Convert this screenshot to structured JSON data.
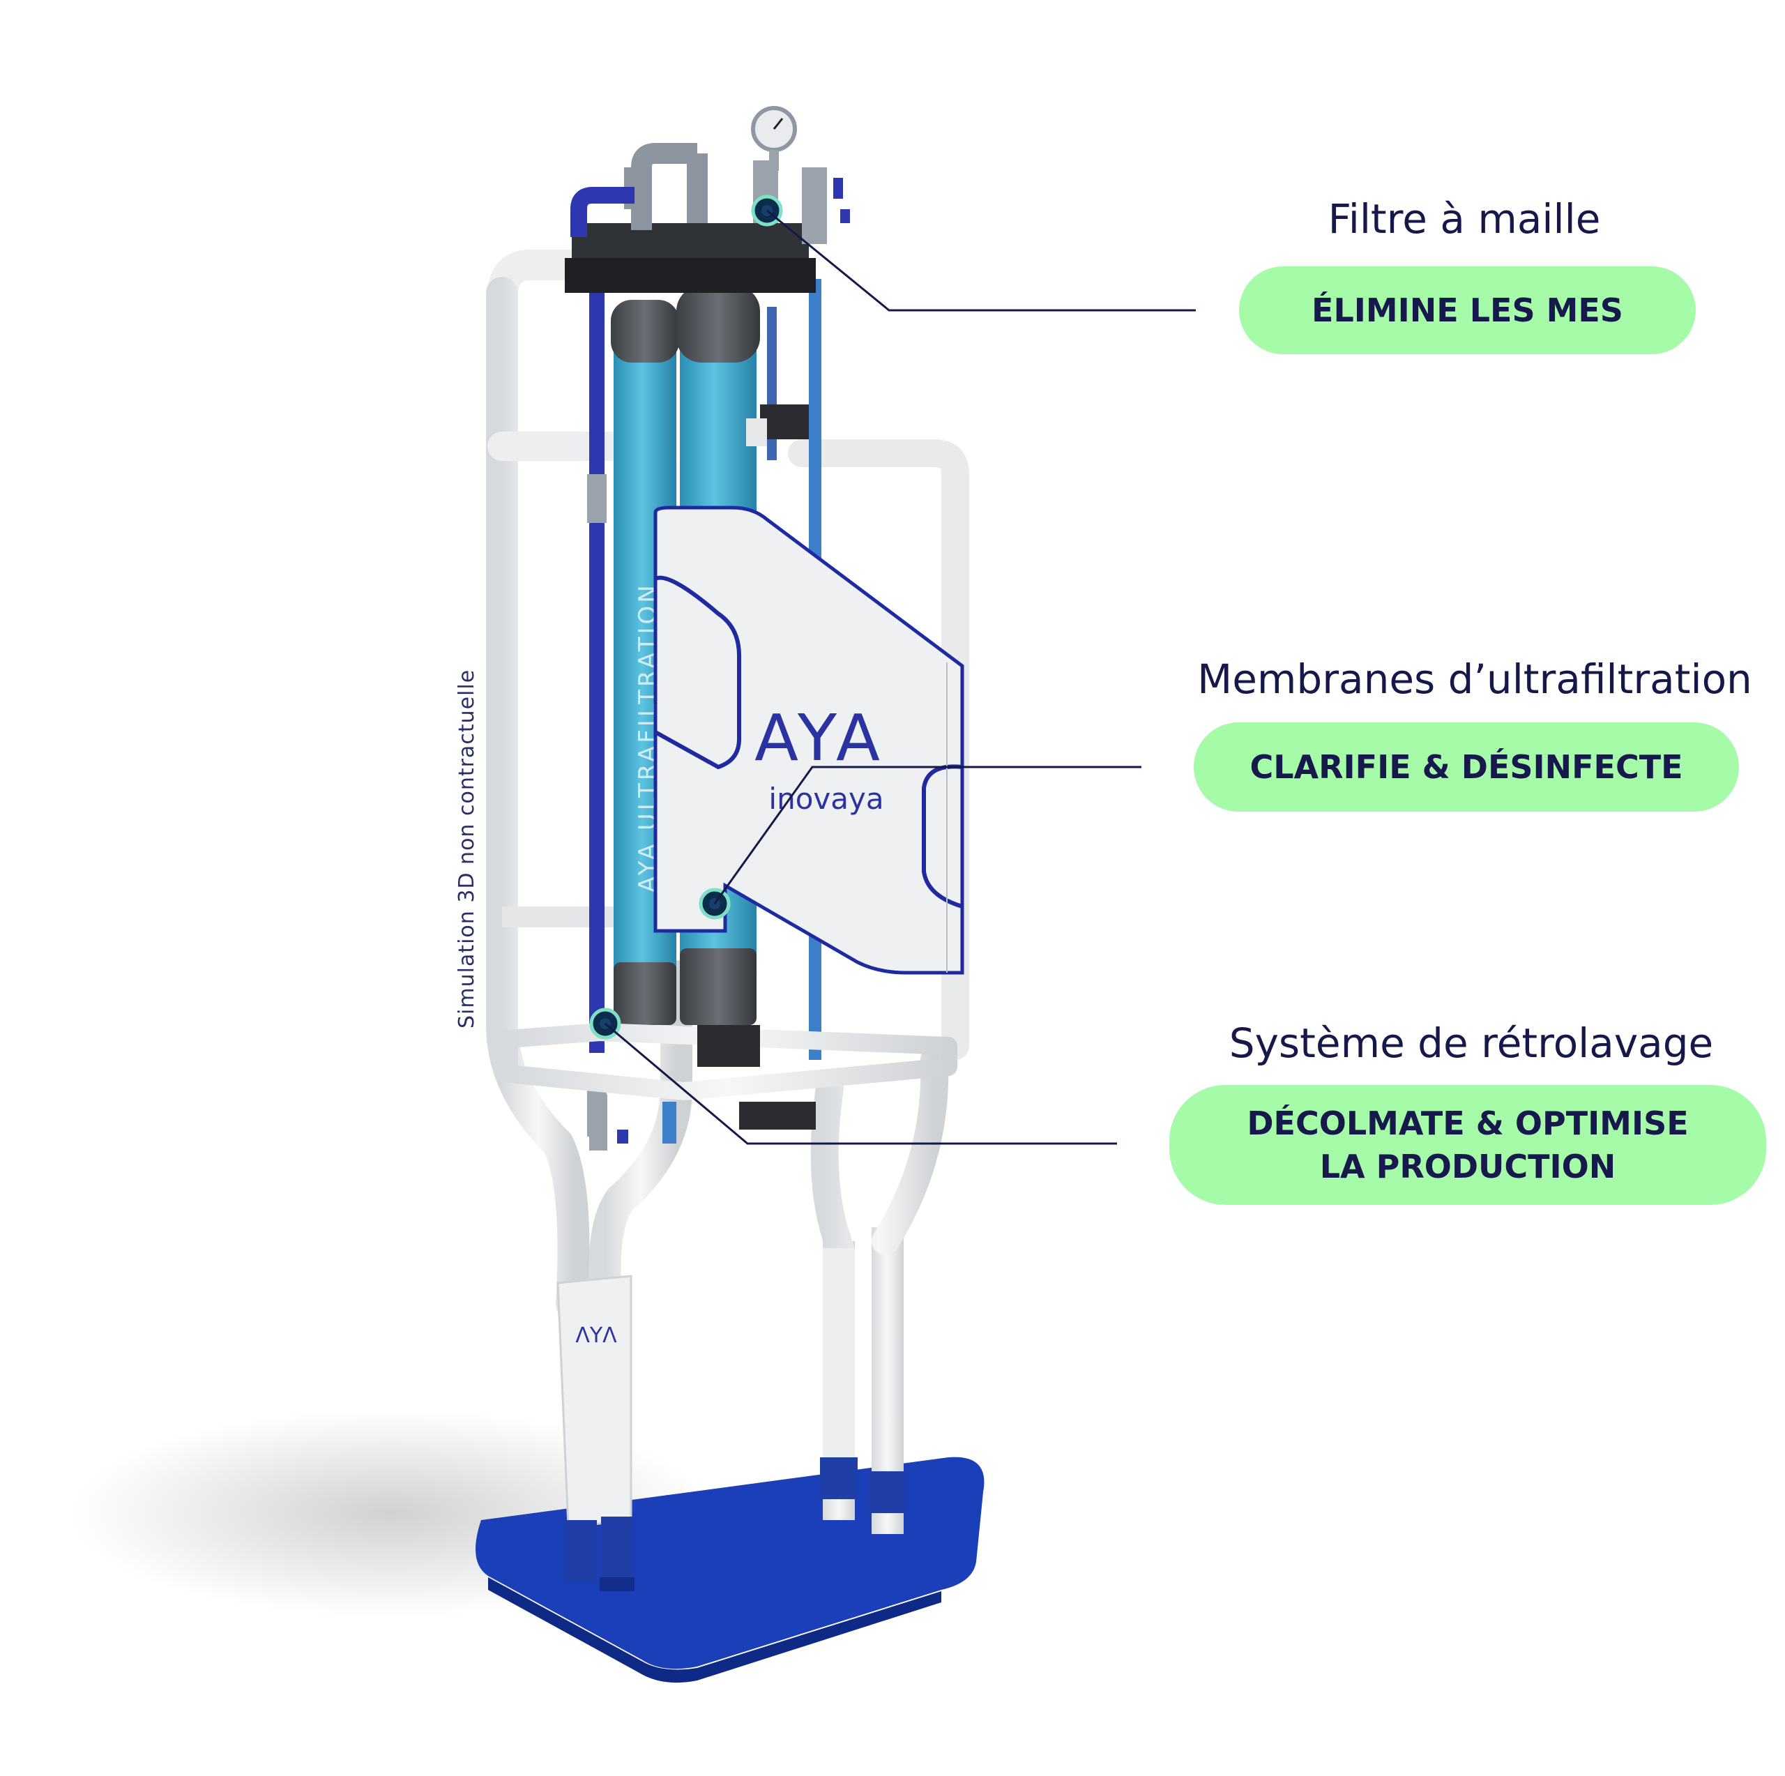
{
  "callouts": [
    {
      "title": "Filtre à maille",
      "label_lines": [
        "ÉLIMINE LES MES"
      ]
    },
    {
      "title": "Membranes d’ultrafiltration",
      "label_lines": [
        "CLARIFIE & DÉSINFECTE"
      ]
    },
    {
      "title": "Système de rétrolavage",
      "label_lines": [
        "DÉCOLMATE & OPTIMISE",
        "LA PRODUCTION"
      ]
    }
  ],
  "disclaimer": "Simulation 3D non contractuelle",
  "product": {
    "brand_logo": "AYA",
    "company_logo": "inovaya",
    "membrane_print": "AYA ULTRAFILTRATION"
  },
  "colors": {
    "pill_bg": "#a6fba8",
    "text_dark": "#16184a",
    "membrane": "#3aa6c9",
    "base": "#1a3fb8",
    "frame": "#eef0f2",
    "pipe_dark": "#2e36b0"
  }
}
